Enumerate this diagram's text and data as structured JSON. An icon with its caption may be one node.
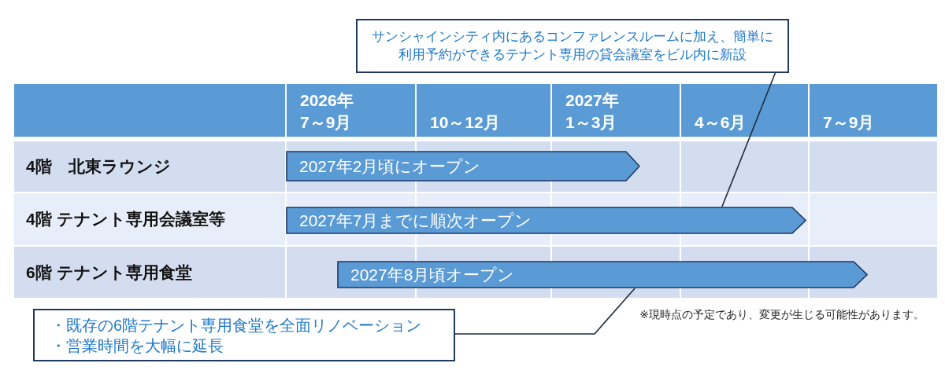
{
  "diagram": {
    "nodes": [
      {
        "text": [
          "サンシャインシティ内にあるコンファレンスルームに加え、簡単に利用予約ができるテナント専用の貸会議室をビル内に新設"
        ]
      },
      {
        "text": [
          "2027年2月頃にオープン"
        ]
      },
      {
        "text": [
          "2027年7月までに順次オープン"
        ]
      },
      {
        "text": [
          "2027年8月頃オープン"
        ]
      },
      {
        "text": [
          "・既存の6階テナント専用食堂を全面リノベーション",
          "・営業時間を大幅に延長"
        ]
      }
    ],
    "edges": [
      {
        "from": 0,
        "to": 2,
        "arrow": "none"
      },
      {
        "from": 4,
        "to": 3,
        "arrow": "none"
      }
    ],
    "labels": [
      "2026年",
      "7～9月",
      "10～12月",
      "2027年",
      "1～3月",
      "4～6月",
      "7～9月",
      "4階　北東ラウンジ",
      "4階 テナント専用会議室等",
      "6階 テナント専用食堂",
      "※現時点の予定であり、変更が生じる可能性があります。"
    ]
  }
}
